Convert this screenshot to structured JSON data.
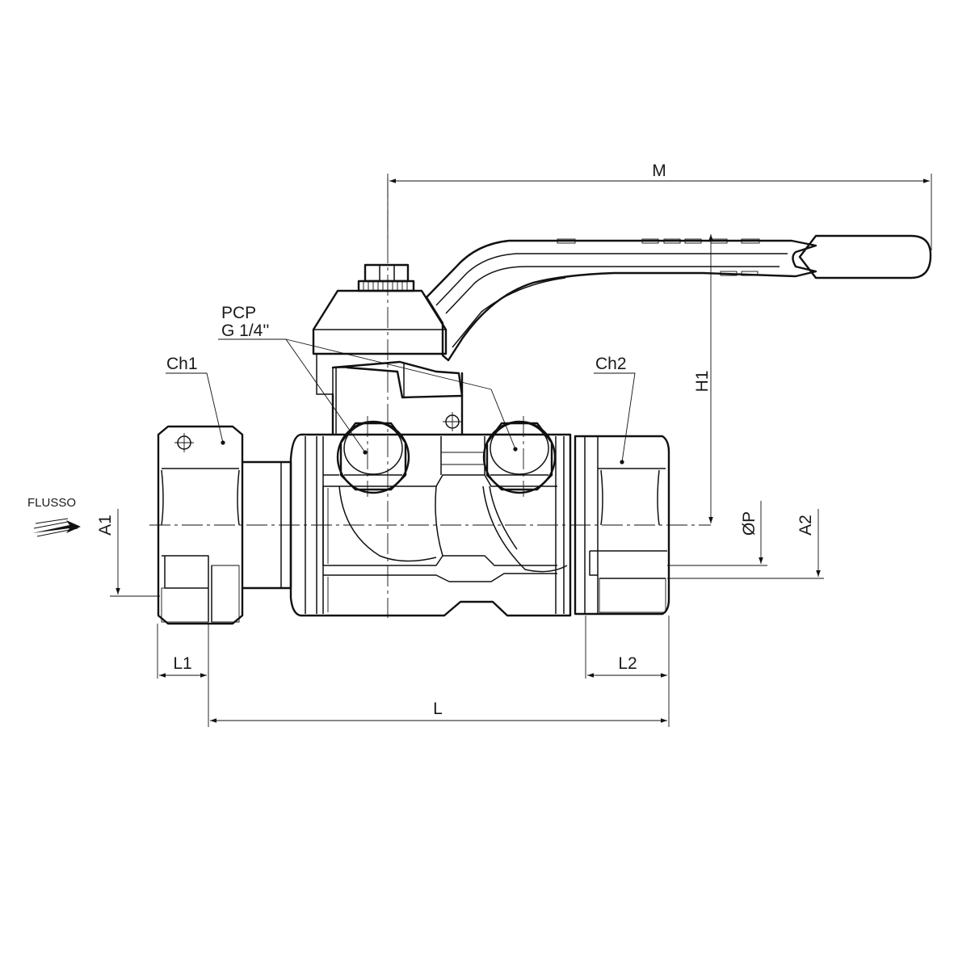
{
  "labels": {
    "M": "M",
    "H1": "H1",
    "ch1": "Ch1",
    "ch2": "Ch2",
    "pcp": "PCP",
    "pcp_thread": "G 1/4''",
    "flusso": "FLUSSO",
    "A1": "A1",
    "A2": "A2",
    "P": "ØP",
    "L1": "L1",
    "L2": "L2",
    "L": "L"
  }
}
